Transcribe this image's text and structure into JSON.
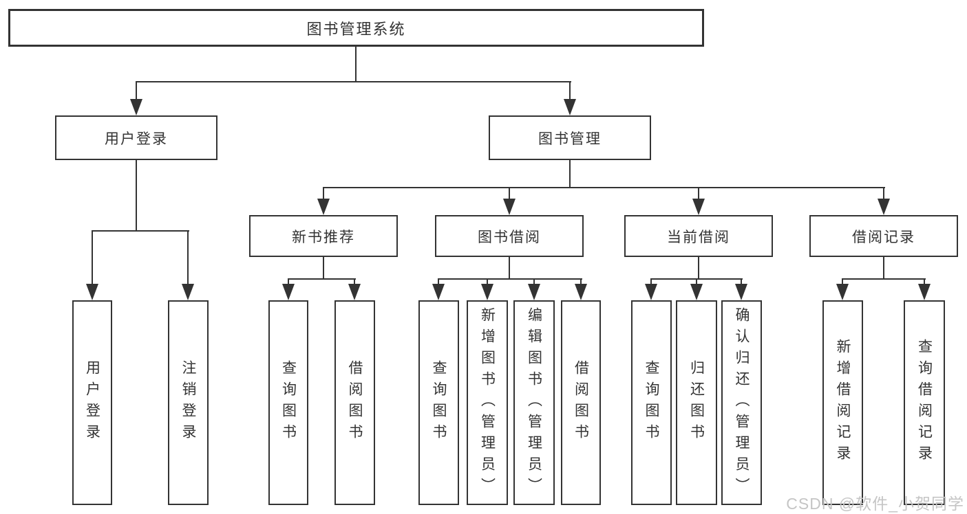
{
  "colors": {
    "line": "#333333",
    "border": "#333333",
    "text": "#333333",
    "watermark": "#c5c5c5",
    "background": "#ffffff"
  },
  "watermark": {
    "text": "CSDN @软件_小贺同学"
  },
  "diagram": {
    "type": "hierarchy-tree",
    "root": {
      "label": "图书管理系统",
      "children": [
        {
          "label": "用户登录",
          "children": [
            {
              "label": "用户登录"
            },
            {
              "label": "注销登录"
            }
          ]
        },
        {
          "label": "图书管理",
          "children": [
            {
              "label": "新书推荐",
              "children": [
                {
                  "label": "查询图书"
                },
                {
                  "label": "借阅图书"
                }
              ]
            },
            {
              "label": "图书借阅",
              "children": [
                {
                  "label": "查询图书"
                },
                {
                  "label": "新增图书（管理员）"
                },
                {
                  "label": "编辑图书（管理员）"
                },
                {
                  "label": "借阅图书"
                }
              ]
            },
            {
              "label": "当前借阅",
              "children": [
                {
                  "label": "查询图书"
                },
                {
                  "label": "归还图书"
                },
                {
                  "label": "确认归还（管理员）"
                }
              ]
            },
            {
              "label": "借阅记录",
              "children": [
                {
                  "label": "新增借阅记录"
                },
                {
                  "label": "查询借阅记录"
                }
              ]
            }
          ]
        }
      ]
    }
  }
}
